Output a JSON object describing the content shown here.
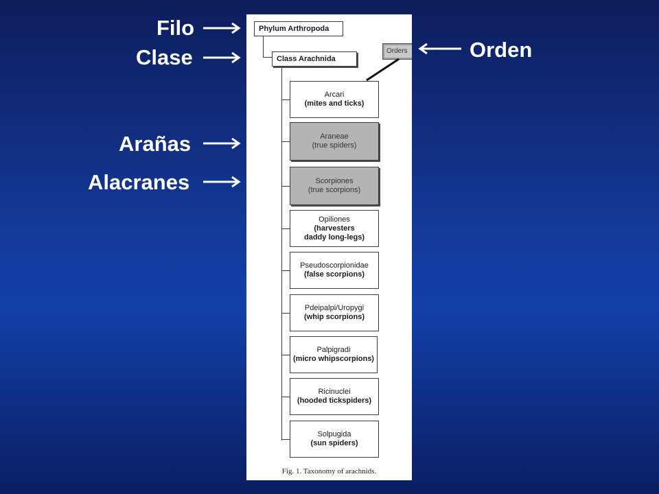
{
  "labels": {
    "filo": "Filo",
    "clase": "Clase",
    "orden": "Orden",
    "aranas": "Arañas",
    "alacranes": "Alacranes"
  },
  "figure": {
    "phylum": "Phylum Arthropoda",
    "class": "Class Arachnida",
    "orders_tag": "Orders",
    "caption": "Fig. 1.  Taxonomy of arachnids.",
    "orders": [
      {
        "name": "Arcari",
        "common": "(mites and ticks)",
        "extra": ""
      },
      {
        "name": "Araneae",
        "common": "(true spiders)",
        "extra": ""
      },
      {
        "name": "Scorpiones",
        "common": "(true scorpions)",
        "extra": ""
      },
      {
        "name": "Opiliones",
        "common": "(harvesters",
        "extra": "daddy long-legs)"
      },
      {
        "name": "Pseudoscorpionidae",
        "common": "(false scorpions)",
        "extra": ""
      },
      {
        "name": "Pdeipalpi/Uropygi",
        "common": "(whip scorpions)",
        "extra": ""
      },
      {
        "name": "Palpigradi",
        "common": "(micro whipscorpions)",
        "extra": ""
      },
      {
        "name": "Ricinuclei",
        "common": "(hooded tickspiders)",
        "extra": ""
      },
      {
        "name": "Solpugida",
        "common": "(sun spiders)",
        "extra": ""
      }
    ]
  },
  "colors": {
    "background_top": "#0d1d5c",
    "background_mid": "#1240a8",
    "highlight_box": "#b4b4b4"
  }
}
